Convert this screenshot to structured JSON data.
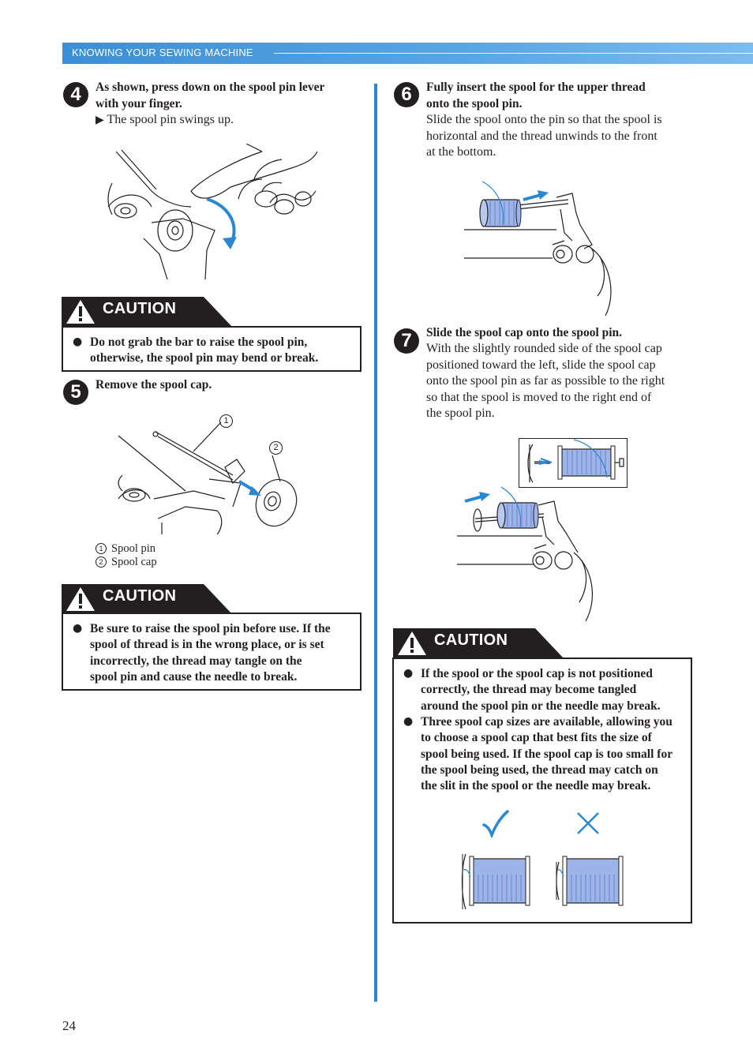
{
  "header": {
    "section_title": "KNOWING YOUR SEWING MACHINE"
  },
  "steps": {
    "s4": {
      "number": "4",
      "title_line1": "As shown, press down on the spool pin lever",
      "title_line2": "with your finger.",
      "result": "The spool pin swings up."
    },
    "s5": {
      "number": "5",
      "title": "Remove the spool cap.",
      "callout1": "1",
      "callout2": "2",
      "legend1": "Spool pin",
      "legend2": "Spool cap"
    },
    "s6": {
      "number": "6",
      "title_line1": "Fully insert the spool for the upper thread",
      "title_line2": "onto the spool pin.",
      "body": [
        "Slide the spool onto the pin so that the spool is",
        "horizontal and the thread unwinds to the front",
        "at the bottom."
      ]
    },
    "s7": {
      "number": "7",
      "title": "Slide the spool cap onto the spool pin.",
      "body": [
        "With the slightly rounded side of the spool cap",
        "positioned toward the left, slide the spool cap",
        "onto the spool pin as far as possible to the right",
        "so that the spool is moved to the right end of",
        "the spool pin."
      ]
    }
  },
  "cautions": {
    "label": "CAUTION",
    "c1": {
      "bullets": [
        [
          "Do not grab the bar to raise the spool pin,",
          "otherwise, the spool pin may bend or break."
        ]
      ]
    },
    "c2": {
      "bullets": [
        [
          "Be sure to raise the spool pin before use. If the",
          "spool of thread is in the wrong place, or is set",
          "incorrectly, the thread may tangle on the",
          "spool pin and cause the needle to break."
        ]
      ]
    },
    "c3": {
      "bullets": [
        [
          "If the spool or the spool cap is not positioned",
          "correctly, the thread may become tangled",
          "around the spool pin or the needle may break."
        ],
        [
          "Three spool cap sizes are available, allowing you",
          "to choose a spool cap that best fits the size of",
          "spool being used. If the spool cap is too small for",
          "the spool being used, the thread may catch on",
          "the slit in the spool or the needle may break."
        ]
      ]
    }
  },
  "icons": {
    "check": "check-icon",
    "cross": "cross-icon",
    "warning": "warning-triangle-icon",
    "result_arrow": "triangle-right-icon"
  },
  "colors": {
    "accent_blue": "#2b87d1",
    "thread_blue": "#9db4e8",
    "black": "#231f20"
  },
  "footer": {
    "page_number": "24"
  }
}
